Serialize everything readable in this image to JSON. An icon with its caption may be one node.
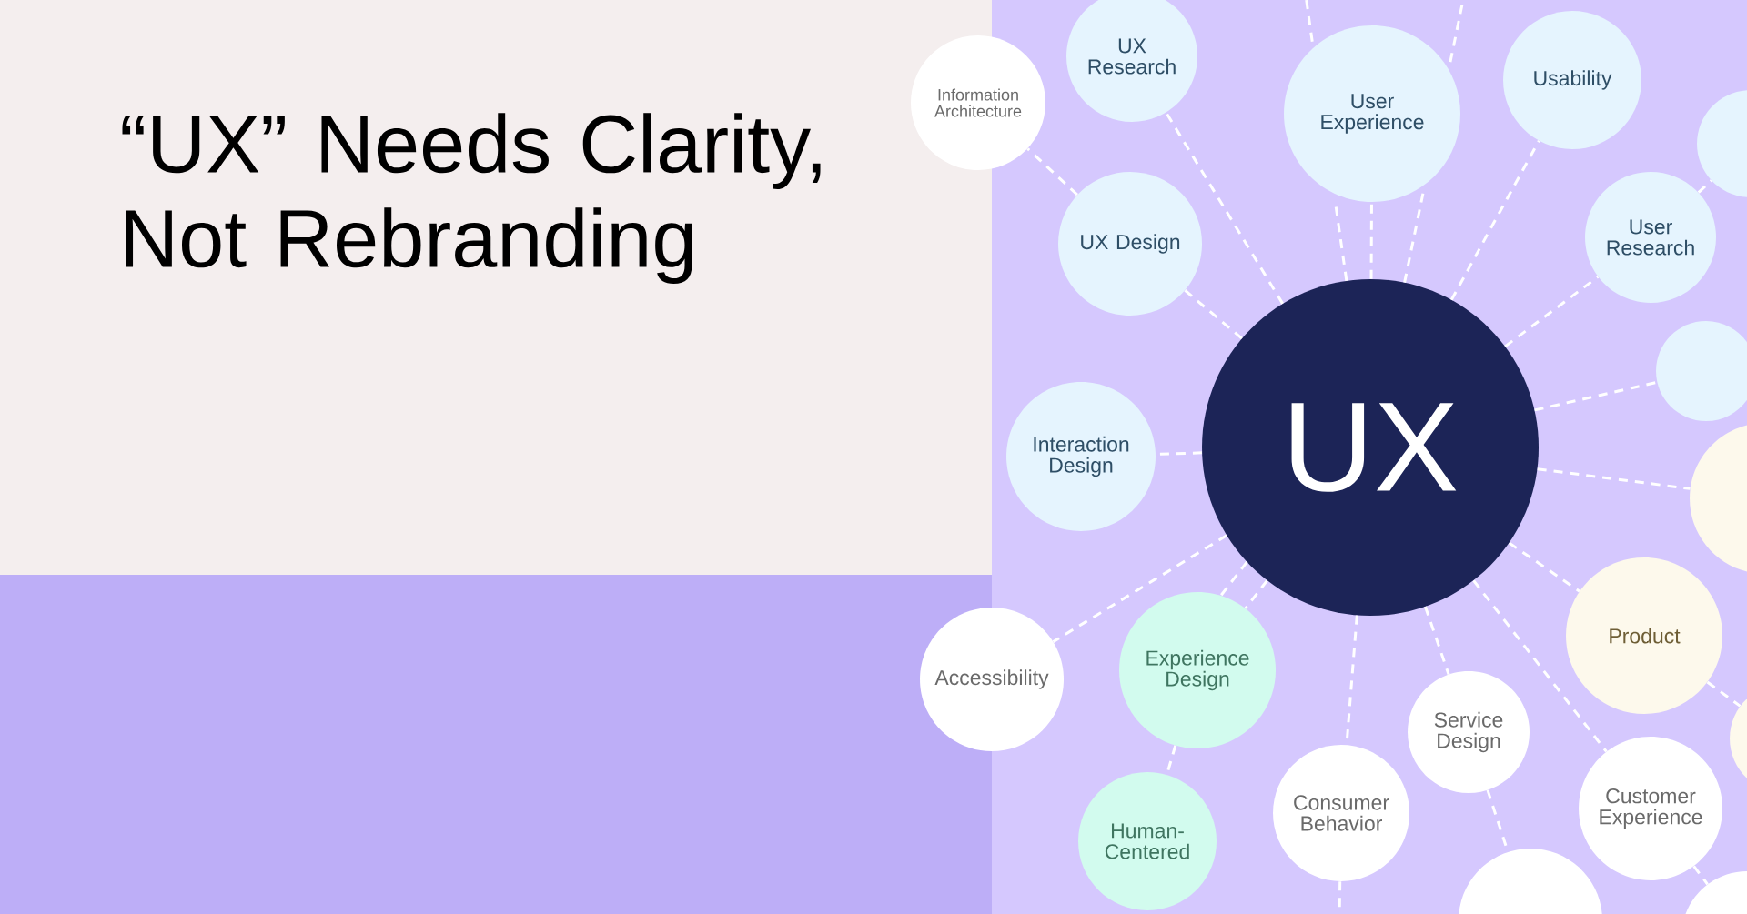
{
  "diagram": {
    "title": "“UX” Needs Clarity, Not Rebranding",
    "nodes": [
      {
        "text": [
          "Information Architecture"
        ]
      },
      {
        "text": [
          "UX Research"
        ]
      },
      {
        "text": [
          "User Experience"
        ]
      },
      {
        "text": [
          "Usability"
        ]
      },
      {
        "text": [],
        "shape": "circle"
      },
      {
        "text": [
          "UX Design"
        ]
      },
      {
        "text": [
          "User Research"
        ]
      },
      {
        "text": [],
        "shape": "circle"
      },
      {
        "text": [
          "UX"
        ]
      },
      {
        "text": [
          "Interaction Design"
        ]
      },
      {
        "text": [],
        "shape": "circle"
      },
      {
        "text": [
          "Product"
        ]
      },
      {
        "text": [
          "Accessibility"
        ]
      },
      {
        "text": [
          "Experience Design"
        ]
      },
      {
        "text": [],
        "shape": "circle"
      },
      {
        "text": [
          "Service Design"
        ]
      },
      {
        "text": [
          "Customer Experience"
        ]
      },
      {
        "text": [
          "Human-Centered"
        ]
      },
      {
        "text": [
          "Consumer Behavior"
        ]
      },
      {
        "text": [],
        "shape": "circle"
      },
      {
        "text": [],
        "shape": "circle"
      }
    ],
    "edges": [
      {
        "from": 5,
        "to": 0,
        "arrow": "none",
        "style": "dashed"
      },
      {
        "from": 8,
        "to": 1,
        "arrow": "none",
        "style": "dashed"
      },
      {
        "from": 8,
        "to": 2,
        "arrow": "none",
        "style": "dashed"
      },
      {
        "from": 8,
        "to": 3,
        "arrow": "none",
        "style": "dashed"
      },
      {
        "from": 6,
        "to": 4,
        "arrow": "none",
        "style": "dashed"
      },
      {
        "from": 8,
        "to": 5,
        "arrow": "none",
        "style": "dashed"
      },
      {
        "from": 8,
        "to": 6,
        "arrow": "none",
        "style": "dashed"
      },
      {
        "from": 8,
        "to": 7,
        "arrow": "none",
        "style": "dashed"
      },
      {
        "from": 8,
        "to": 9,
        "arrow": "none",
        "style": "dashed"
      },
      {
        "from": 8,
        "to": 10,
        "arrow": "none",
        "style": "dashed"
      },
      {
        "from": 8,
        "to": 11,
        "arrow": "none",
        "style": "dashed"
      },
      {
        "from": 8,
        "to": 12,
        "arrow": "none",
        "style": "dashed"
      },
      {
        "from": 8,
        "to": 13,
        "arrow": "none",
        "style": "dashed"
      },
      {
        "from": 11,
        "to": 14,
        "arrow": "none",
        "style": "dashed"
      },
      {
        "from": 8,
        "to": 15,
        "arrow": "none",
        "style": "dashed"
      },
      {
        "from": 8,
        "to": 16,
        "arrow": "none",
        "style": "dashed"
      },
      {
        "from": 13,
        "to": 17,
        "arrow": "none",
        "style": "dashed"
      },
      {
        "from": 8,
        "to": 18,
        "arrow": "none",
        "style": "dashed"
      },
      {
        "from": 15,
        "to": 19,
        "arrow": "none",
        "style": "dashed"
      },
      {
        "from": 16,
        "to": 20,
        "arrow": "none",
        "style": "dashed"
      },
      {
        "from": 8,
        "to": 13,
        "arrow": "none",
        "style": "dashed"
      },
      {
        "from": 8,
        "to": null,
        "arrow": "none",
        "style": "dashed"
      },
      {
        "from": 8,
        "to": null,
        "arrow": "none",
        "style": "dashed"
      },
      {
        "from": 18,
        "to": null,
        "arrow": "none",
        "style": "dashed"
      }
    ]
  }
}
